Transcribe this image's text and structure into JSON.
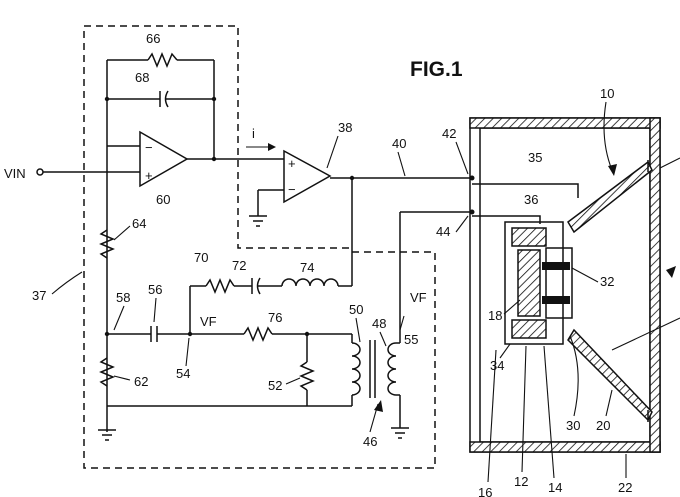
{
  "figure_title": "FIG.1",
  "input_label": "VIN",
  "current_label": "i",
  "feedback_label": "VF",
  "refs": {
    "r10": "10",
    "r12": "12",
    "r14": "14",
    "r16": "16",
    "r18": "18",
    "r20": "20",
    "r22": "22",
    "r30": "30",
    "r32": "32",
    "r34": "34",
    "r35": "35",
    "r36": "36",
    "r37": "37",
    "r38": "38",
    "r40": "40",
    "r42": "42",
    "r44": "44",
    "r46": "46",
    "r48": "48",
    "r50": "50",
    "r52": "52",
    "r54": "54",
    "r55": "55",
    "r56": "56",
    "r58": "58",
    "r60": "60",
    "r62": "62",
    "r64": "64",
    "r66": "66",
    "r68": "68",
    "r70": "70",
    "r72": "72",
    "r74": "74",
    "r76": "76"
  }
}
